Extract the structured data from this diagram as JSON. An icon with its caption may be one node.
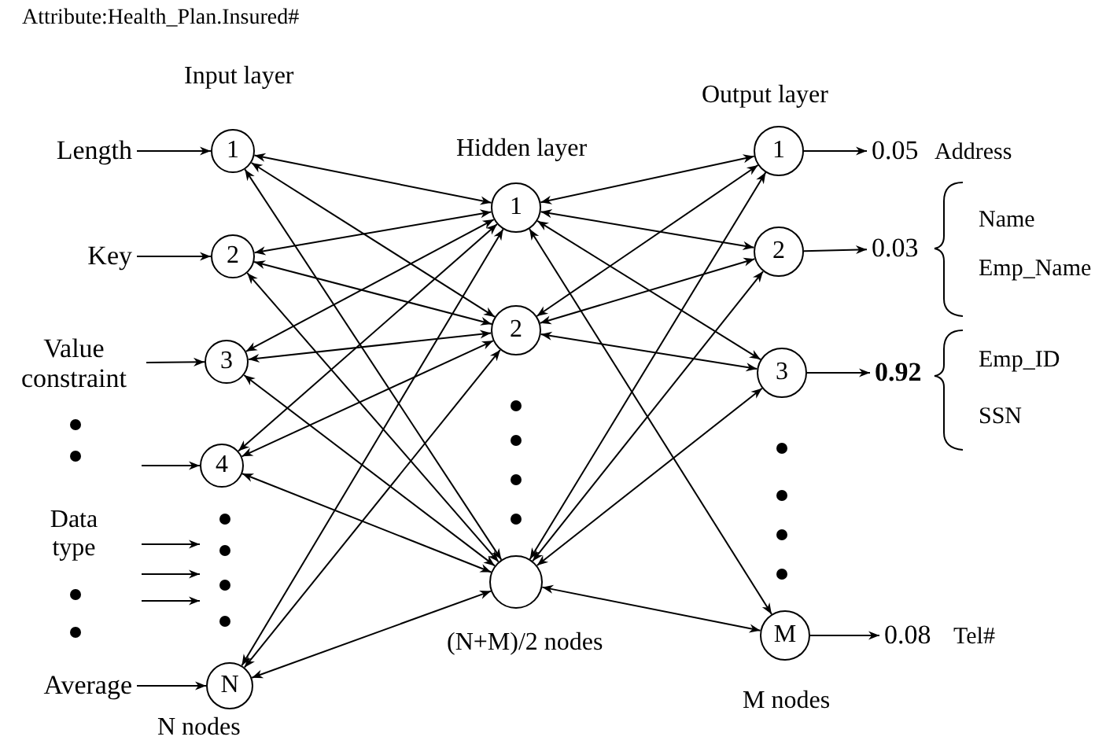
{
  "diagram": {
    "title": "Attribute:Health_Plan.Insured#",
    "nodes": [
      {
        "text": [
          "Length"
        ]
      },
      {
        "text": [
          "Key"
        ]
      },
      {
        "text": [
          "Value constraint"
        ]
      },
      {
        "text": [
          "Average"
        ]
      },
      {
        "text": [
          "1"
        ]
      },
      {
        "text": [
          "2"
        ]
      },
      {
        "text": [
          "3"
        ]
      },
      {
        "text": [
          "4"
        ]
      },
      {
        "text": [
          "N"
        ]
      },
      {
        "text": [
          "1"
        ]
      },
      {
        "text": [
          "2"
        ]
      },
      {
        "text": [],
        "shape": "circle"
      },
      {
        "text": [
          "1"
        ]
      },
      {
        "text": [
          "2"
        ]
      },
      {
        "text": [
          "3"
        ]
      },
      {
        "text": [
          "M"
        ]
      },
      {
        "text": [
          "0.05"
        ],
        "beside": [
          "Address"
        ]
      },
      {
        "text": [
          "0.03"
        ],
        "beside": [
          "Name",
          "Emp_Name"
        ]
      },
      {
        "text": [
          "0.92"
        ],
        "beside": [
          "Emp_ID",
          "SSN"
        ]
      },
      {
        "text": [
          "0.08"
        ],
        "beside": [
          "Tel#"
        ]
      }
    ],
    "edges": [
      {
        "from": 0,
        "to": 4,
        "arrow": "to"
      },
      {
        "from": 1,
        "to": 5,
        "arrow": "to"
      },
      {
        "from": 2,
        "to": 6,
        "arrow": "to"
      },
      {
        "from": null,
        "to": 7,
        "arrow": "to"
      },
      {
        "from": 3,
        "to": 8,
        "arrow": "to"
      },
      {
        "from": 4,
        "to": 9,
        "arrow": "both"
      },
      {
        "from": 4,
        "to": 10,
        "arrow": "both"
      },
      {
        "from": 4,
        "to": 11,
        "arrow": "both"
      },
      {
        "from": 5,
        "to": 9,
        "arrow": "both"
      },
      {
        "from": 5,
        "to": 10,
        "arrow": "both"
      },
      {
        "from": 5,
        "to": 11,
        "arrow": "both"
      },
      {
        "from": 6,
        "to": 9,
        "arrow": "both"
      },
      {
        "from": 6,
        "to": 10,
        "arrow": "both"
      },
      {
        "from": 6,
        "to": 11,
        "arrow": "both"
      },
      {
        "from": 7,
        "to": 9,
        "arrow": "both"
      },
      {
        "from": 7,
        "to": 10,
        "arrow": "both"
      },
      {
        "from": 7,
        "to": 11,
        "arrow": "both"
      },
      {
        "from": 8,
        "to": 9,
        "arrow": "both"
      },
      {
        "from": 8,
        "to": 10,
        "arrow": "both"
      },
      {
        "from": 8,
        "to": 11,
        "arrow": "both"
      },
      {
        "from": 9,
        "to": 12,
        "arrow": "both"
      },
      {
        "from": 9,
        "to": 13,
        "arrow": "both"
      },
      {
        "from": 9,
        "to": 14,
        "arrow": "both"
      },
      {
        "from": 9,
        "to": 15,
        "arrow": "both"
      },
      {
        "from": 10,
        "to": 12,
        "arrow": "both"
      },
      {
        "from": 10,
        "to": 13,
        "arrow": "both"
      },
      {
        "from": 10,
        "to": 14,
        "arrow": "both"
      },
      {
        "from": 11,
        "to": 12,
        "arrow": "both"
      },
      {
        "from": 11,
        "to": 13,
        "arrow": "both"
      },
      {
        "from": 11,
        "to": 14,
        "arrow": "both"
      },
      {
        "from": 11,
        "to": 15,
        "arrow": "both"
      },
      {
        "from": 12,
        "to": 16,
        "arrow": "to"
      },
      {
        "from": 13,
        "to": 17,
        "arrow": "to"
      },
      {
        "from": 14,
        "to": 18,
        "arrow": "to"
      },
      {
        "from": 15,
        "to": 19,
        "arrow": "to"
      }
    ],
    "labels": [
      "Input layer",
      "Output layer",
      "Hidden layer",
      "Data type",
      "N nodes",
      "(N+M)/2 nodes",
      "M nodes"
    ]
  }
}
